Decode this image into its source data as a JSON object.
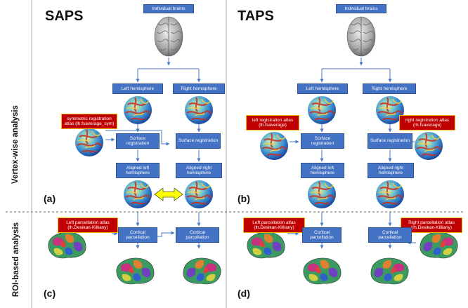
{
  "sections": {
    "left_title": "SAPS",
    "right_title": "TAPS",
    "row_top": "Vertex-wise analysis",
    "row_bottom": "ROI-based  analysis"
  },
  "panels": {
    "a": "(a)",
    "b": "(b)",
    "c": "(c)",
    "d": "(d)"
  },
  "saps": {
    "individual": "Individual brains",
    "left_hemi": "Left hemisphere",
    "right_hemi": "Right hemisphere",
    "atlas": "symmetric registration atlas (lh.fsaverage_sym)",
    "reg_left": "Surface registration",
    "reg_right": "Surface registration",
    "aligned_left": "Aligned left hemisphere",
    "aligned_right": "Aligned right hemisphere",
    "parc_atlas": "Left parcellation atlas (lh.Desikan-Killiany)",
    "parc_left": "Cortical parcellation",
    "parc_right": "Cortical parcellation"
  },
  "taps": {
    "individual": "Individual brains",
    "left_hemi": "Left hemisphere",
    "right_hemi": "Right hemisphere",
    "atlas_left": "left registration atlas (lh.fsaverage)",
    "atlas_right": "right registration atlas (rh.fsaverage)",
    "reg_left": "Surface registration",
    "reg_right": "Surface registration",
    "aligned_left": "Aligned left hemisphere",
    "aligned_right": "Aligned right hemisphere",
    "parc_atlas_left": "Left parcellation atlas (lh.Desikan-Killiany)",
    "parc_atlas_right": "Right parcellation atlas (rh.Desikan-Killiany)",
    "parc_left": "Cortical parcellation",
    "parc_right": "Cortical parcellation"
  },
  "colors": {
    "box_blue": "#4472c4",
    "box_red": "#c00000",
    "box_border_gold": "#f0c000",
    "arrow": "#4a78c8",
    "sym_arrow": "#ffff00"
  },
  "icons": [
    "brain-icon",
    "sphere-icon",
    "cortex-icon",
    "double-arrow-icon"
  ]
}
